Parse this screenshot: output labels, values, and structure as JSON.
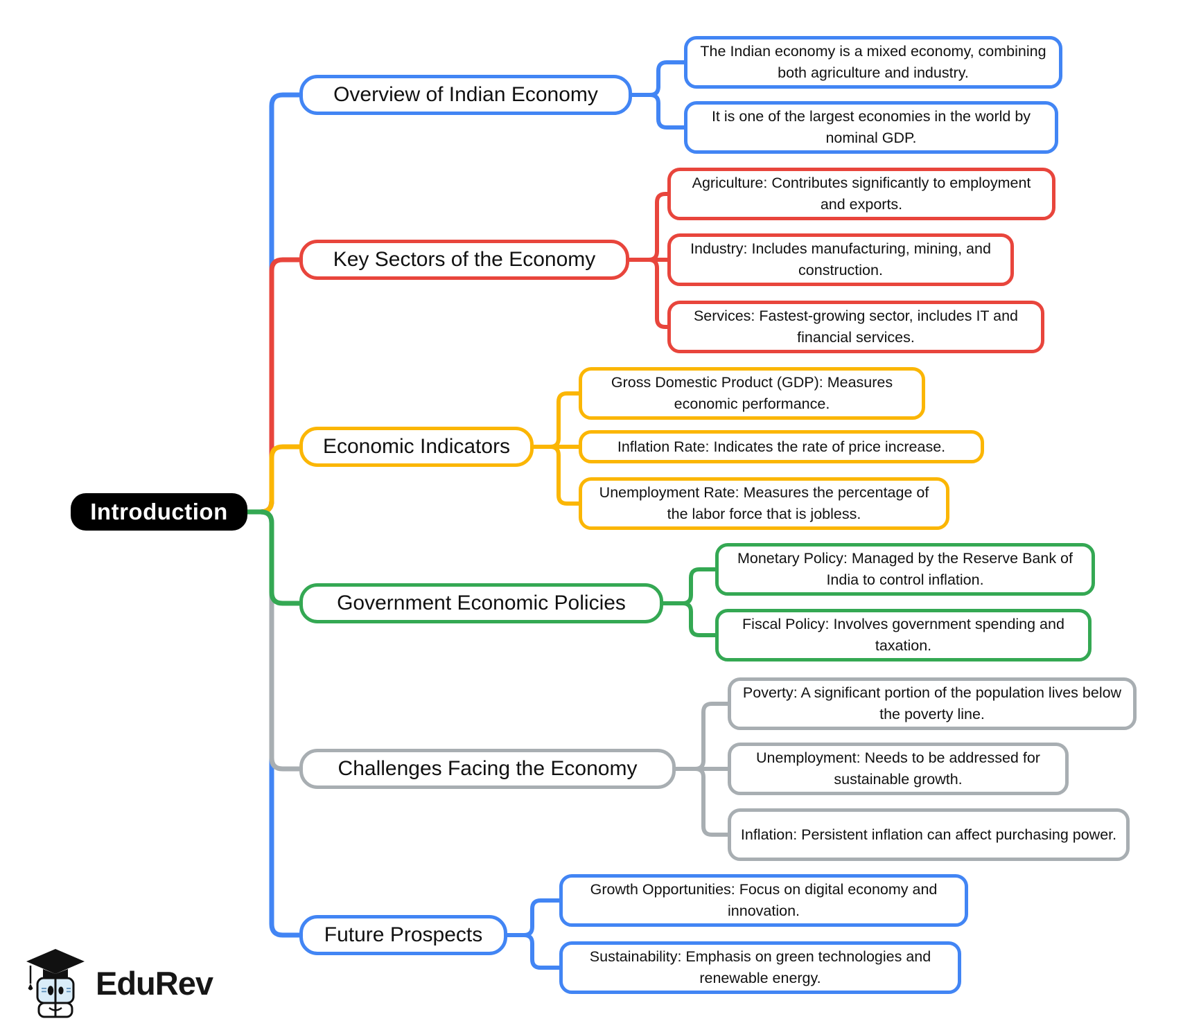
{
  "root": {
    "label": "Introduction"
  },
  "branches": [
    {
      "label": "Overview of Indian Economy",
      "color": "#4285F4",
      "children": [
        {
          "text": "The Indian economy is a mixed economy, combining both agriculture and industry."
        },
        {
          "text": "It is one of the largest economies in the world by nominal GDP."
        }
      ]
    },
    {
      "label": "Key Sectors of the Economy",
      "color": "#E8453C",
      "children": [
        {
          "text": "Agriculture: Contributes significantly to employment and exports."
        },
        {
          "text": "Industry: Includes manufacturing, mining, and construction."
        },
        {
          "text": "Services: Fastest-growing sector, includes IT and financial services."
        }
      ]
    },
    {
      "label": "Economic Indicators",
      "color": "#FBB604",
      "children": [
        {
          "text": "Gross Domestic Product (GDP): Measures economic performance."
        },
        {
          "text": "Inflation Rate: Indicates the rate of price increase."
        },
        {
          "text": "Unemployment Rate: Measures the percentage of the labor force that is jobless."
        }
      ]
    },
    {
      "label": "Government Economic Policies",
      "color": "#34A853",
      "children": [
        {
          "text": "Monetary Policy: Managed by the Reserve Bank of India to control inflation."
        },
        {
          "text": "Fiscal Policy: Involves government spending and taxation."
        }
      ]
    },
    {
      "label": "Challenges Facing the Economy",
      "color": "#A8AEB2",
      "children": [
        {
          "text": "Poverty: A significant portion of the population lives below the poverty line."
        },
        {
          "text": "Unemployment: Needs to be addressed for sustainable growth."
        },
        {
          "text": "Inflation: Persistent inflation can affect purchasing power."
        }
      ]
    },
    {
      "label": "Future Prospects",
      "color": "#4285F4",
      "children": [
        {
          "text": "Growth Opportunities: Focus on digital economy and innovation."
        },
        {
          "text": "Sustainability: Emphasis on green technologies and renewable energy."
        }
      ]
    }
  ],
  "colors": {
    "blue": "#4285F4",
    "red": "#E8453C",
    "yellow": "#FBB604",
    "green": "#34A853",
    "gray": "#A8AEB2",
    "root_background": "#000000",
    "root_text": "#FFFFFF"
  },
  "logo": {
    "brand": "EduRev"
  }
}
